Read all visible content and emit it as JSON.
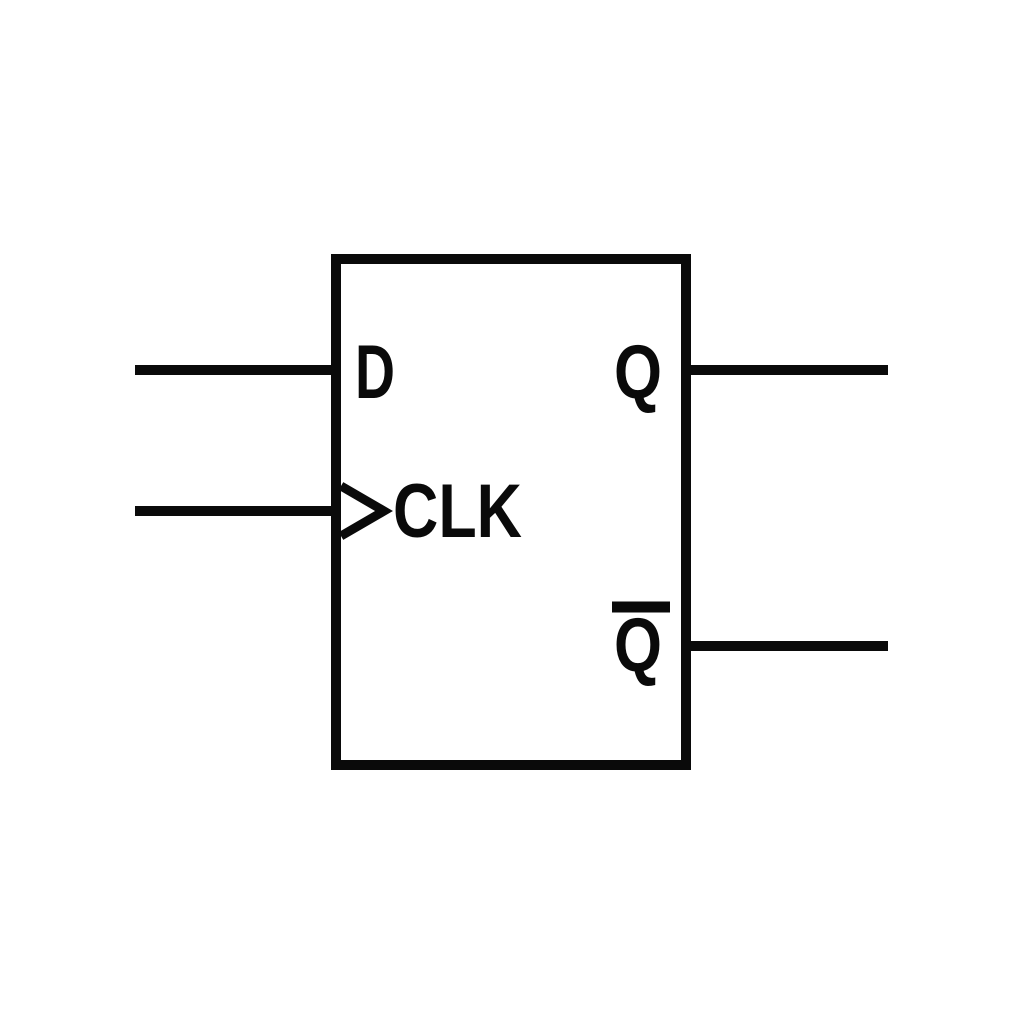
{
  "diagram": {
    "type": "d-flip-flop-schematic",
    "component": {
      "body": "rectangle",
      "clock_edge_triangle": "clock-edge-triangle"
    },
    "labels": {
      "d_input": "D",
      "clk_input": "CLK",
      "q_output": "Q",
      "q_bar_output": "Q"
    },
    "q_bar_has_overline": true,
    "colors": {
      "stroke": "#0a0a0a",
      "background": "#ffffff"
    }
  }
}
